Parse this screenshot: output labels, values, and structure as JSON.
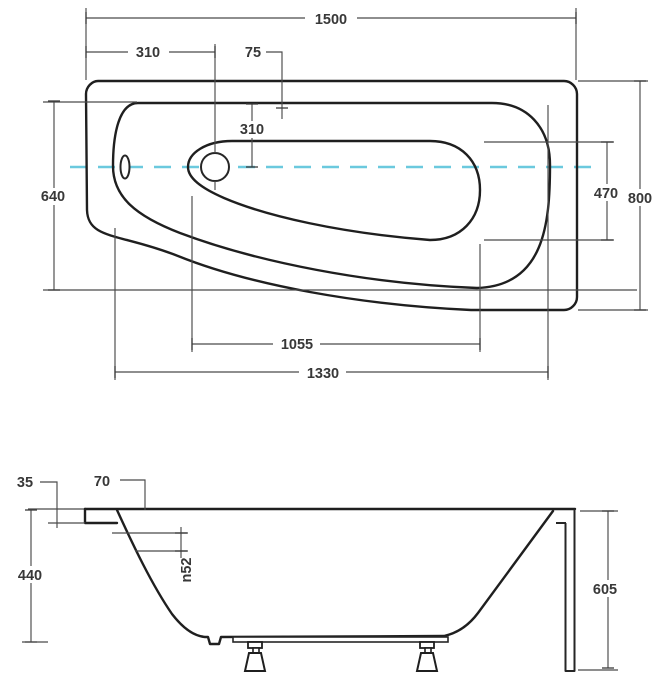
{
  "top_view": {
    "overall_length": "1500",
    "drain_from_left": "310",
    "rim_top_offset": "75",
    "drain_from_top": "310",
    "left_end_width": "640",
    "basin_end_width": "470",
    "overall_width": "800",
    "basin_length": "1055",
    "inner_length": "1330"
  },
  "side_view": {
    "rim_lip_height": "35",
    "rim_side_offset": "70",
    "depth": "440",
    "drain_note": "n52",
    "total_height": "605"
  },
  "colors": {
    "line": "#1f1f1f",
    "dim_line": "#4a4a4a",
    "text": "#383838",
    "centerline": "#6bc9de",
    "background": "#ffffff"
  }
}
